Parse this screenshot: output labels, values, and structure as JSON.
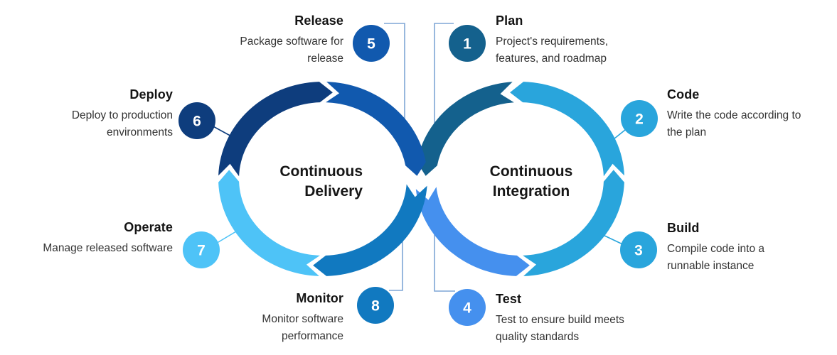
{
  "left_loop": {
    "title_line1": "Continuous",
    "title_line2": "Delivery"
  },
  "right_loop": {
    "title_line1": "Continuous",
    "title_line2": "Integration"
  },
  "colors": {
    "background": "#ffffff",
    "connector": "#7FA6D5",
    "title_text": "#141414",
    "desc_text": "#333333",
    "number_text": "#ffffff"
  },
  "steps": [
    {
      "num": "1",
      "label": "Plan",
      "desc": "Project's requirements, features, and roadmap",
      "color": "#14618D"
    },
    {
      "num": "2",
      "label": "Code",
      "desc": "Write the code according to the plan",
      "color": "#29A5DC"
    },
    {
      "num": "3",
      "label": "Build",
      "desc": "Compile code into a runnable instance",
      "color": "#29A5DC"
    },
    {
      "num": "4",
      "label": "Test",
      "desc": "Test to ensure build meets quality standards",
      "color": "#4590EE"
    },
    {
      "num": "5",
      "label": "Release",
      "desc": "Package software for release",
      "color": "#1159AE"
    },
    {
      "num": "6",
      "label": "Deploy",
      "desc": "Deploy to production environments",
      "color": "#0E3D7D"
    },
    {
      "num": "7",
      "label": "Operate",
      "desc": "Manage released software",
      "color": "#4EC3F7"
    },
    {
      "num": "8",
      "label": "Monitor",
      "desc": "Monitor software performance",
      "color": "#1179C0"
    }
  ]
}
